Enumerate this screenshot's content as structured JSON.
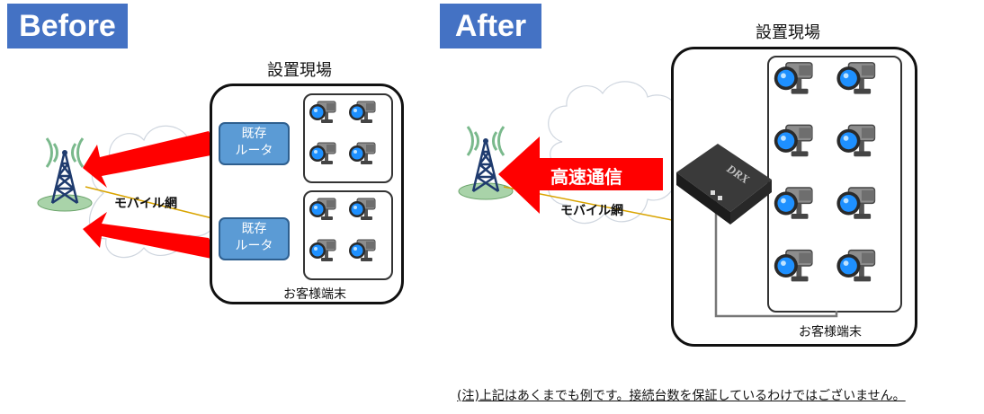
{
  "before": {
    "tag": "Before",
    "site_title": "設置現場",
    "routers": [
      {
        "line1": "既存",
        "line2": "ルータ"
      },
      {
        "line1": "既存",
        "line2": "ルータ"
      }
    ],
    "mobile_label": "モバイル網",
    "customer_label": "お客様端末"
  },
  "after": {
    "tag": "After",
    "site_title": "設置現場",
    "speed_label": "高速通信",
    "mobile_label": "モバイル網",
    "device_brand": "DRX",
    "customer_label": "お客様端末"
  },
  "note": "(注)上記はあくまでも例です。接続台数を保証しているわけではございません。",
  "icons": [
    "antenna-icon",
    "cloud-icon",
    "camera-icon",
    "router-device-icon",
    "arrow-icon"
  ],
  "colors": {
    "tag_bg": "#4472c4",
    "router_bg": "#5b9bd5",
    "arrow": "#ff0000",
    "camera_lens": "#1e90ff"
  }
}
